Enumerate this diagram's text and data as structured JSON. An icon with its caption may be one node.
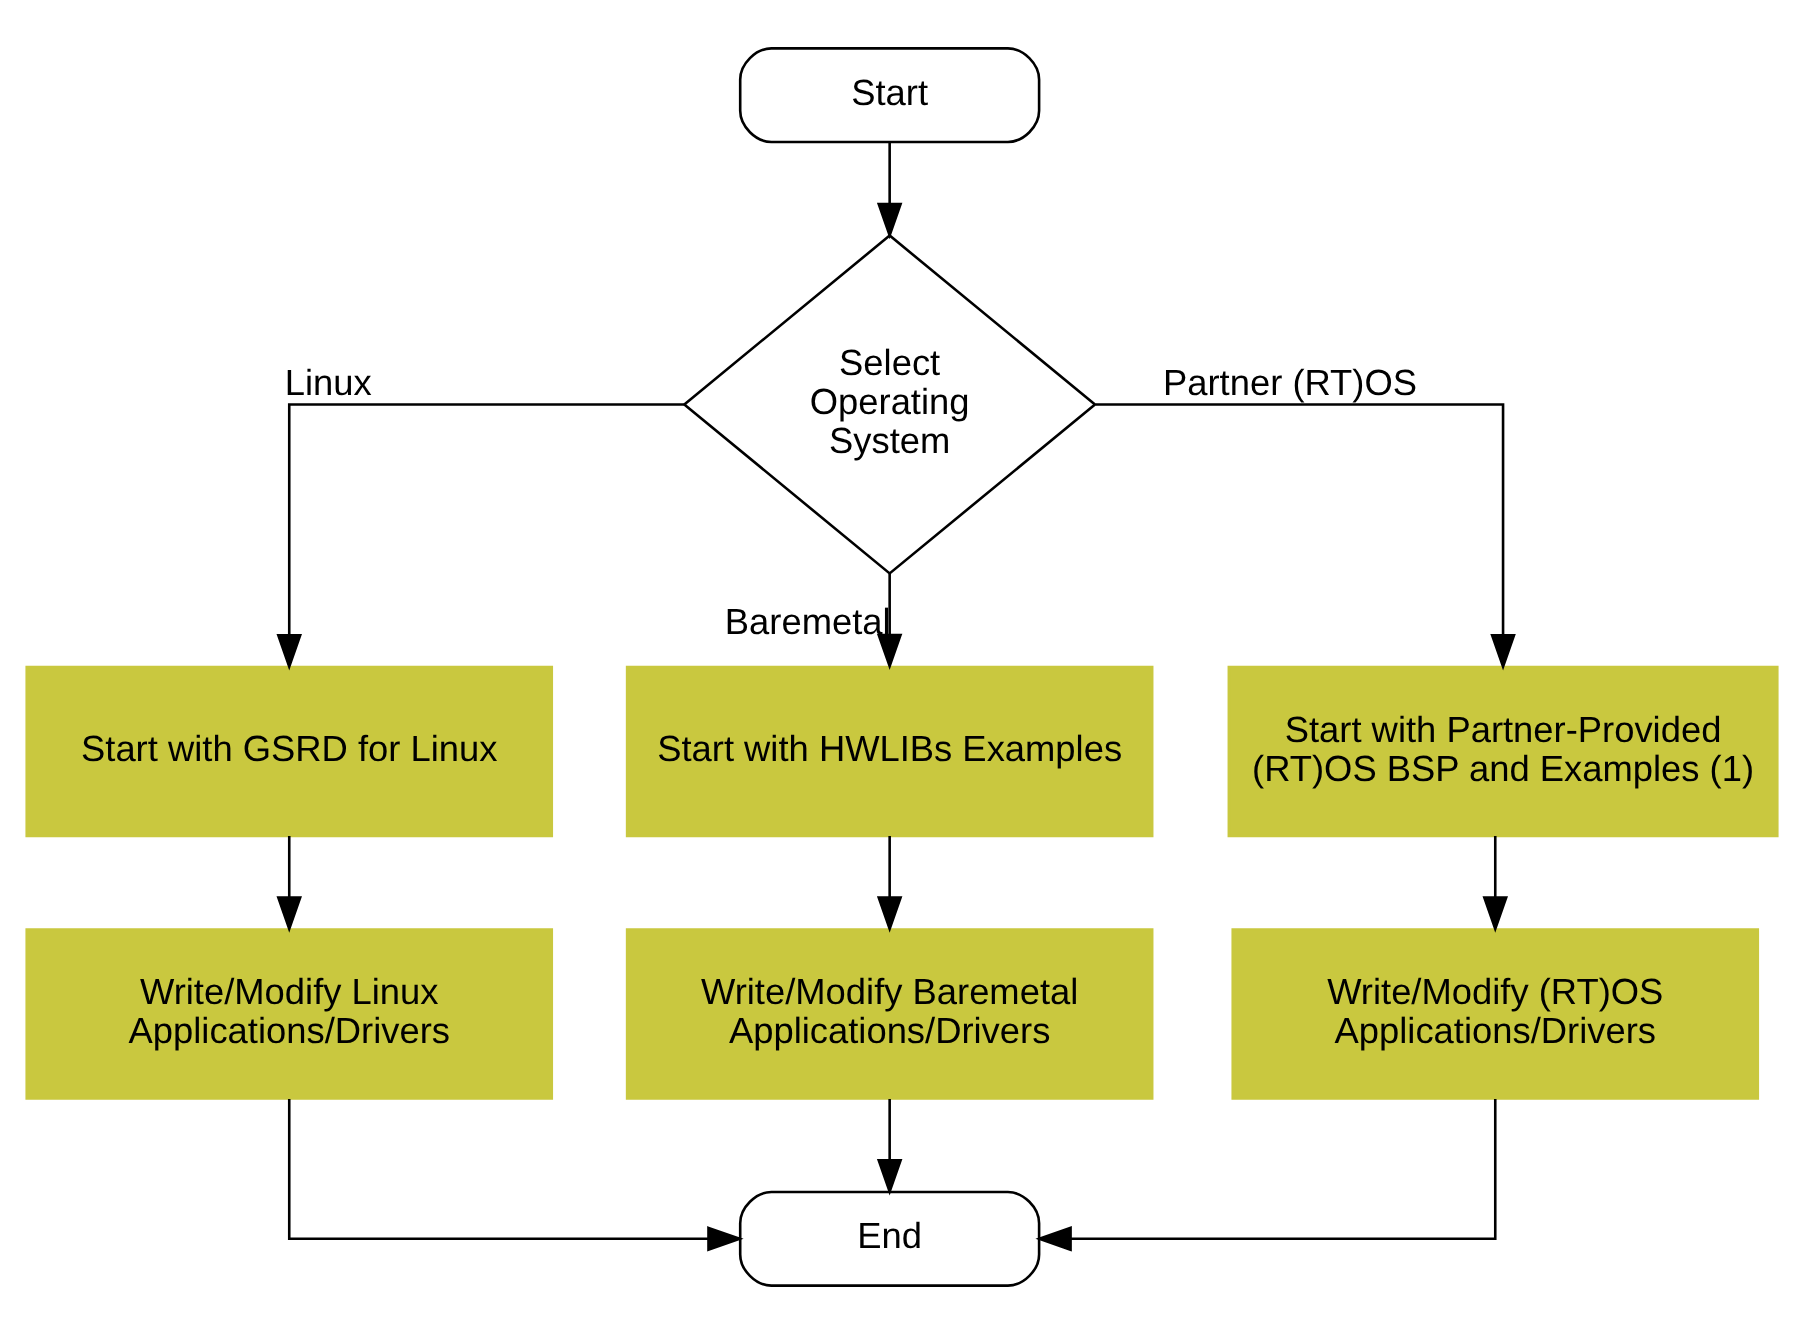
{
  "diagram": {
    "nodes": [
      {
        "text": [
          "Start"
        ]
      },
      {
        "text": [
          "Select Operating System"
        ]
      },
      {
        "text": [
          "Start with GSRD for Linux"
        ]
      },
      {
        "text": [
          "Start with HWLIBs Examples"
        ]
      },
      {
        "text": [
          "Start with Partner-Provided (RT)OS BSP and Examples (1)"
        ]
      },
      {
        "text": [
          "Write/Modify Linux Applications/Drivers"
        ]
      },
      {
        "text": [
          "Write/Modify Baremetal Applications/Drivers"
        ]
      },
      {
        "text": [
          "Write/Modify (RT)OS Applications/Drivers"
        ]
      },
      {
        "text": [
          "End"
        ]
      }
    ],
    "edges": [
      {
        "from": 0,
        "to": 1,
        "arrow": "to"
      },
      {
        "from": 1,
        "to": 2,
        "arrow": "to",
        "label": "Linux"
      },
      {
        "from": 1,
        "to": 3,
        "arrow": "to",
        "label": "Baremetal"
      },
      {
        "from": 1,
        "to": 4,
        "arrow": "to",
        "label": "Partner (RT)OS"
      },
      {
        "from": 2,
        "to": 5,
        "arrow": "to"
      },
      {
        "from": 3,
        "to": 6,
        "arrow": "to"
      },
      {
        "from": 4,
        "to": 7,
        "arrow": "to"
      },
      {
        "from": 5,
        "to": 8,
        "arrow": "to"
      },
      {
        "from": 6,
        "to": 8,
        "arrow": "to"
      },
      {
        "from": 7,
        "to": 8,
        "arrow": "to"
      }
    ]
  }
}
